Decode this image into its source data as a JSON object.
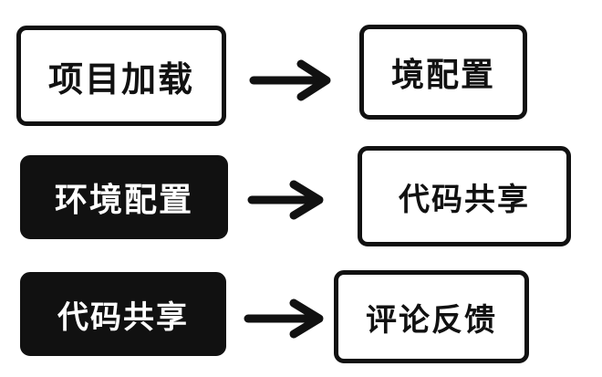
{
  "rows": [
    {
      "from": "项目加载",
      "to": "境配置",
      "from_style": "outlined",
      "to_style": "outlined"
    },
    {
      "from": "环境配置",
      "to": "代码共享",
      "from_style": "filled",
      "to_style": "outlined"
    },
    {
      "from": "代码共享",
      "to": "评论反馈",
      "from_style": "filled",
      "to_style": "outlined"
    }
  ],
  "colors": {
    "ink": "#111111",
    "background": "#ffffff"
  }
}
